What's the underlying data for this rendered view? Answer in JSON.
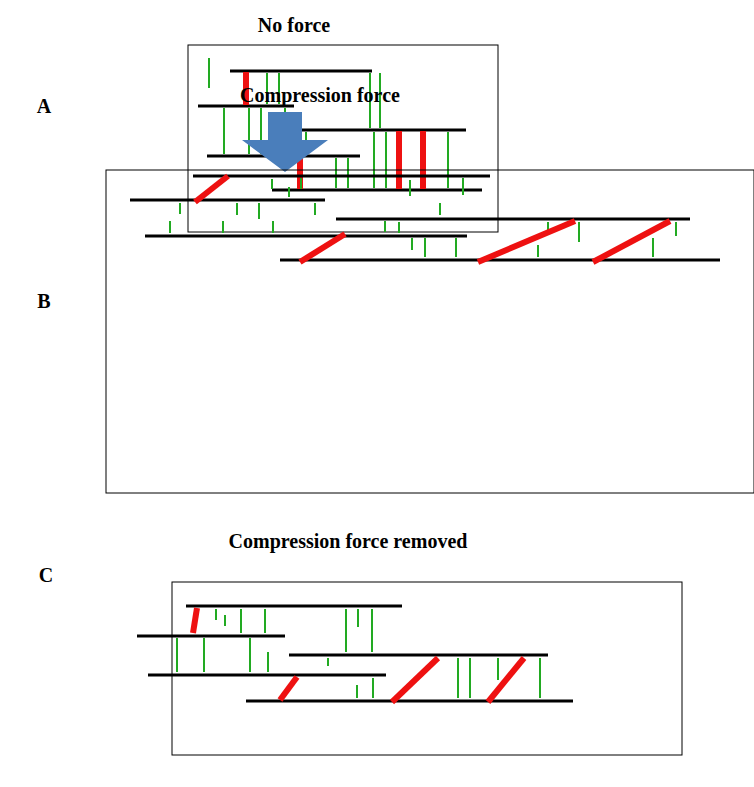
{
  "diagram": {
    "labels": [
      "No force",
      "A",
      "Compression force",
      "B",
      "Compression force removed",
      "C"
    ]
  }
}
